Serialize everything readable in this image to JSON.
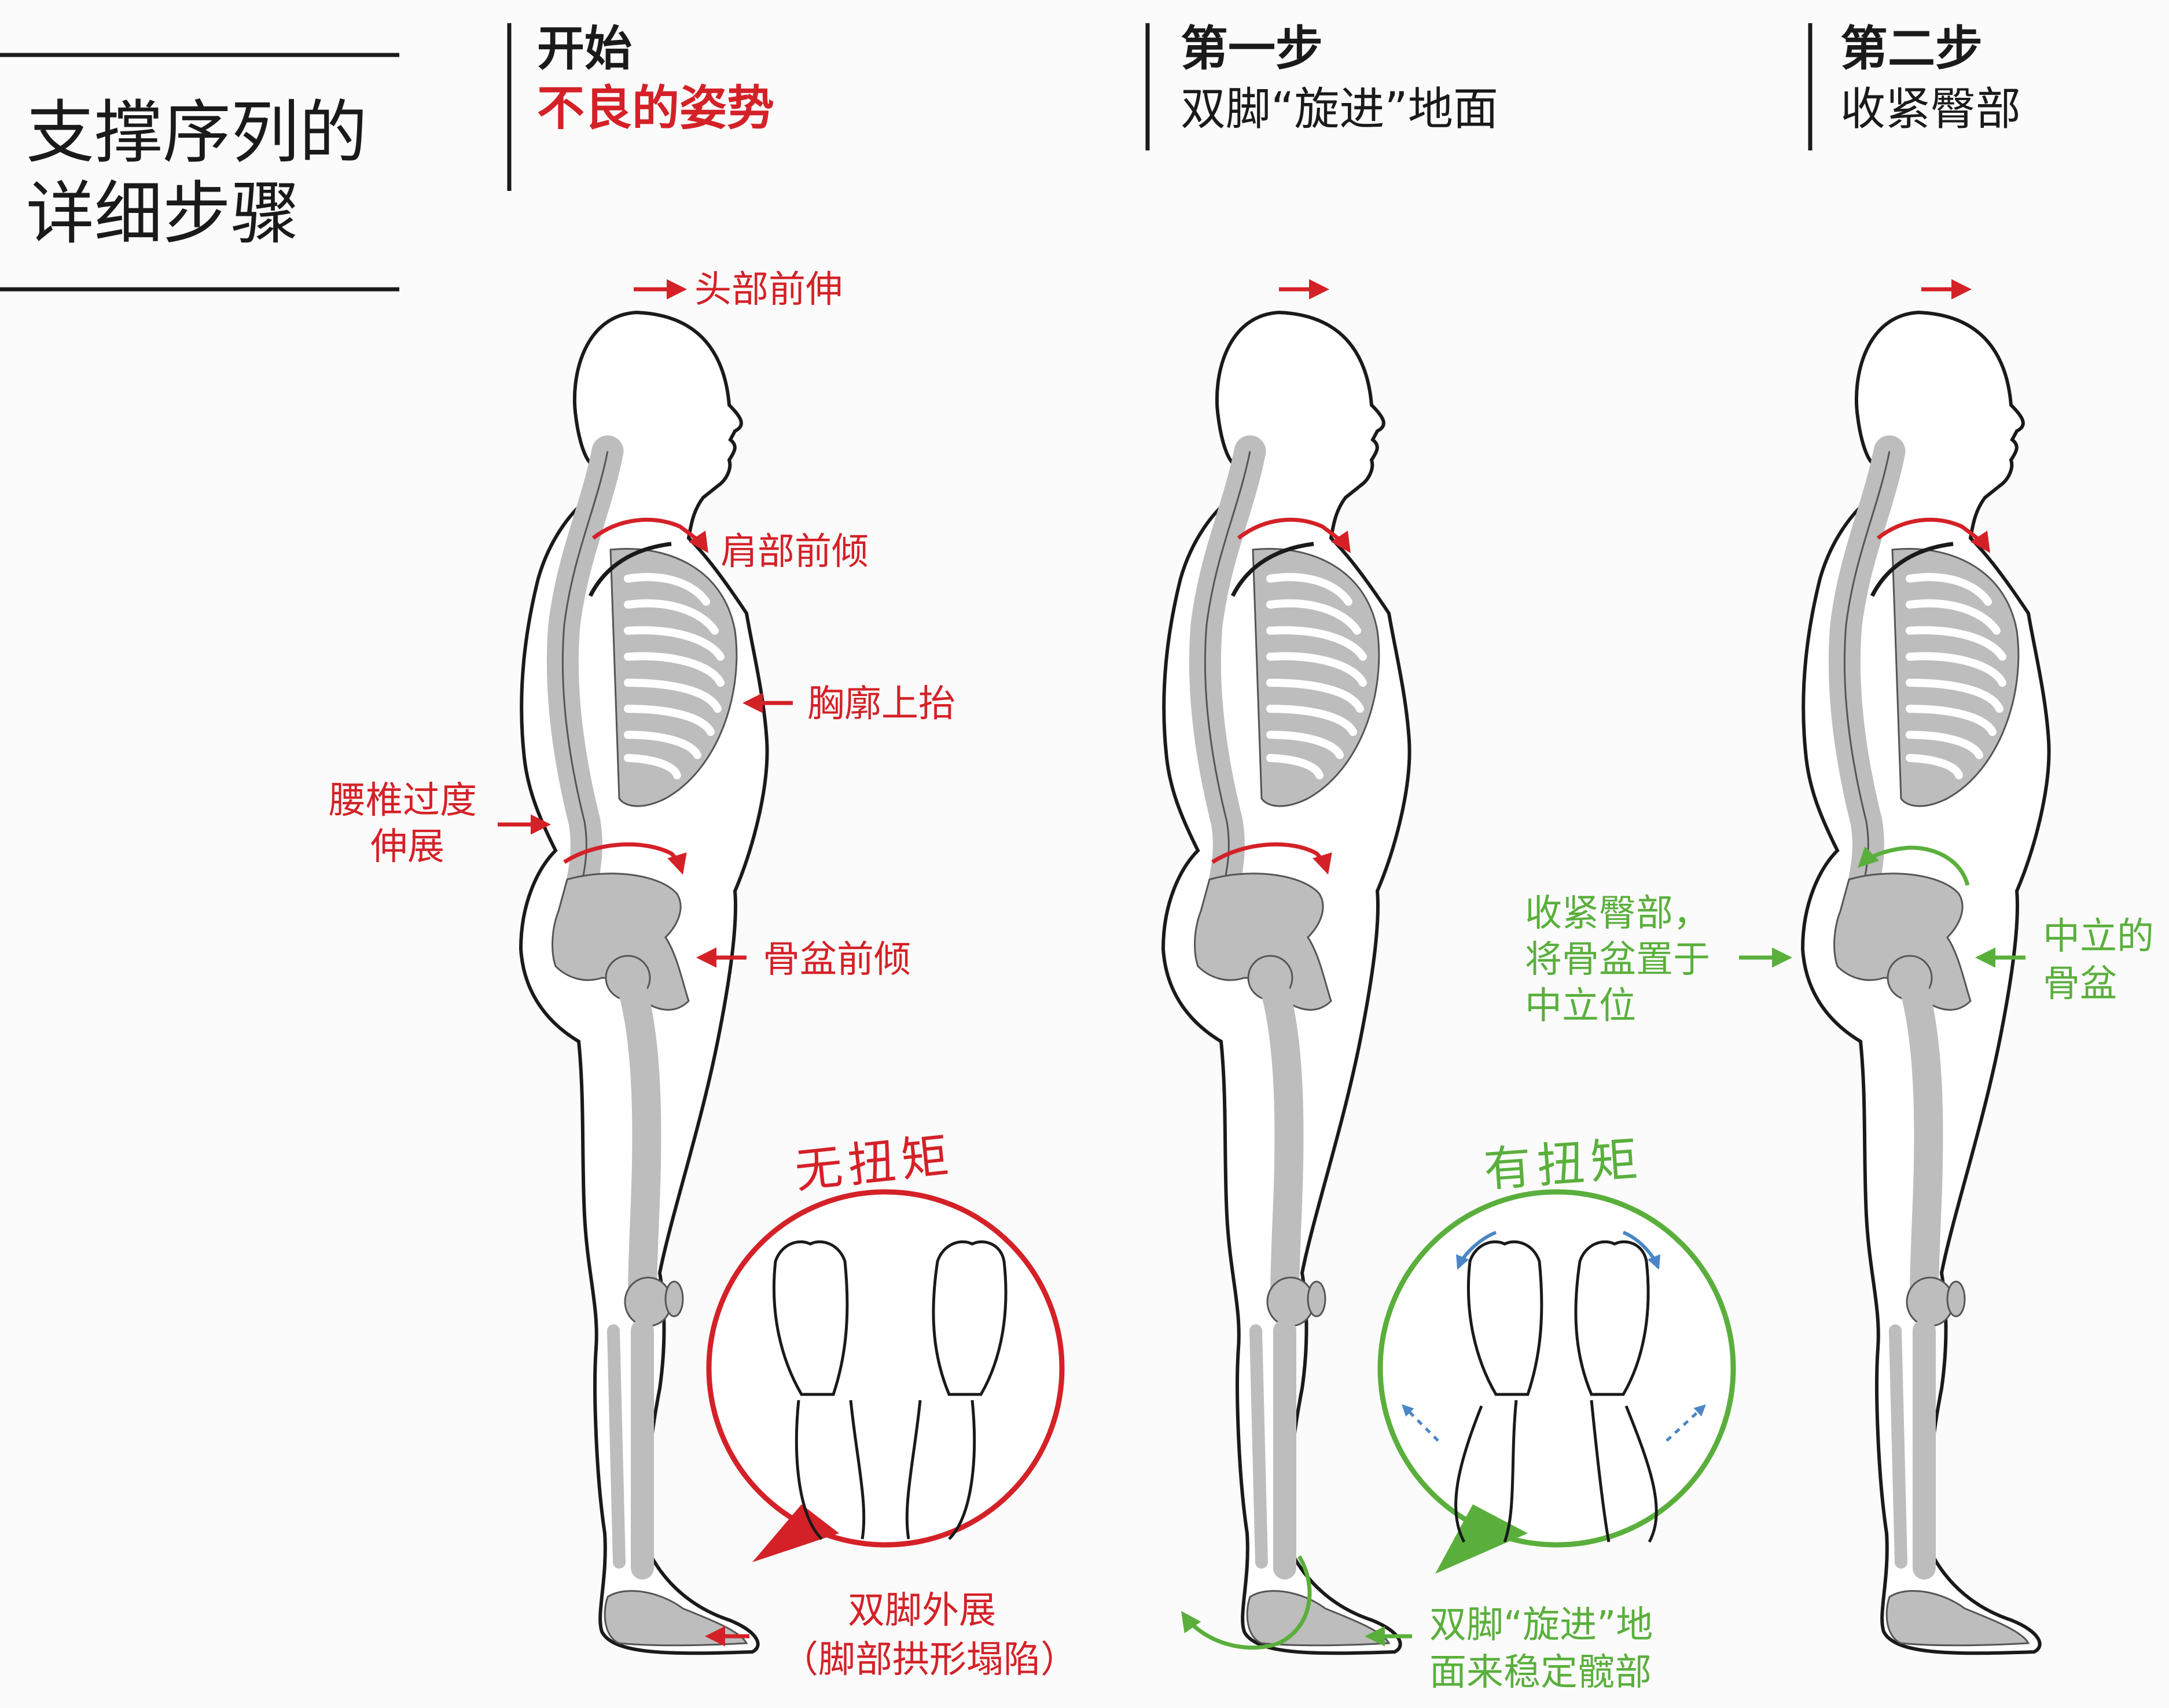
{
  "title": {
    "line1": "支撑序列的",
    "line2": "详细步骤"
  },
  "columns": [
    {
      "heading": "开始",
      "subheading": "不良的姿势"
    },
    {
      "heading": "第一步",
      "subheading": "双脚“旋进”地面"
    },
    {
      "heading": "第二步",
      "subheading": "收紧臀部"
    }
  ],
  "labels": {
    "head_forward": "头部前伸",
    "shoulder_forward": "肩部前倾",
    "ribcage_up": "胸廓上抬",
    "lumbar_line1": "腰椎过度",
    "lumbar_line2": "伸展",
    "pelvis_tilt": "骨盆前倾",
    "feet_out_line1": "双脚外展",
    "feet_out_line2": "（脚部拱形塌陷）",
    "squeeze_line1": "收紧臀部，",
    "squeeze_line2": "将骨盆置于",
    "squeeze_line3": "中立位",
    "neutral_line1": "中立的",
    "neutral_line2": "骨盆",
    "screw_line1": "双脚“旋进”地",
    "screw_line2": "面来稳定髋部"
  },
  "insets": {
    "no_torque": "无扭矩",
    "with_torque": "有扭矩"
  },
  "colors": {
    "red": "#d42127",
    "green": "#5aaf3c",
    "bone": "#bdbdbd",
    "blue": "#4a86c5"
  }
}
